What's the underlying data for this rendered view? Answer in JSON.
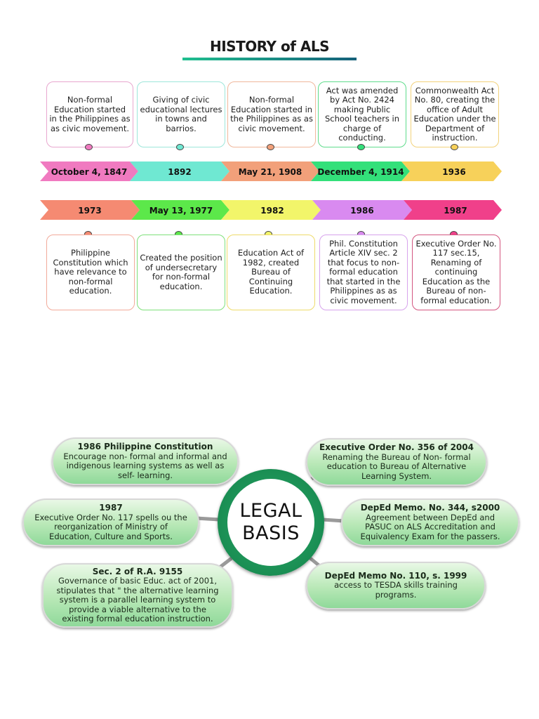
{
  "title": "HISTORY of ALS",
  "timeline_top": [
    {
      "date": "October 4, 1847",
      "text": "Non-formal Education started in the Philippines as as civic movement.",
      "color": "#f07ac0",
      "border": "#e8a7cf"
    },
    {
      "date": "1892",
      "text": "Giving of civic educational lectures in towns and barrios.",
      "color": "#6fe8d2",
      "border": "#9de6da"
    },
    {
      "date": "May 21, 1908",
      "text": "Non-formal Education started in the Philippines as as civic movement.",
      "color": "#f2a07a",
      "border": "#f0b79c"
    },
    {
      "date": "December 4, 1914",
      "text": "Act was amended by Act No. 2424 making Public School teachers in charge of conducting.",
      "color": "#33e07a",
      "border": "#5fdc8c"
    },
    {
      "date": "1936",
      "text": "Commonwealth Act No. 80, creating the office of Adult Education under the Department of instruction.",
      "color": "#f7d15a",
      "border": "#f2d27b"
    }
  ],
  "timeline_bottom": [
    {
      "date": "1973",
      "text": "Philippine Constitution which have relevance to non-formal education.",
      "color": "#f58a72",
      "border": "#f2aa9a"
    },
    {
      "date": "May 13, 1977",
      "text": "Created the position of undersecretary for non-formal education.",
      "color": "#5ce84a",
      "border": "#7ee07a"
    },
    {
      "date": "1982",
      "text": "Education Act of 1982, created Bureau of Continuing Education.",
      "color": "#f2f56a",
      "border": "#eedb6a"
    },
    {
      "date": "1986",
      "text": "Phil. Constitution Article XIV sec. 2 that focus to non-formal education that started in the Philippines as as civic movement.",
      "color": "#d98af0",
      "border": "#d7a3ec"
    },
    {
      "date": "1987",
      "text": "Executive Order No. 117 sec.15, Renaming of continuing Education as the Bureau of non-formal education.",
      "color": "#f0408a",
      "border": "#d3557f"
    }
  ],
  "legal_basis": {
    "hub_line1": "LEGAL",
    "hub_line2": "BASIS",
    "items": [
      {
        "title": "1986 Philippine Constitution",
        "text": "Encourage non- formal and informal and indigenous learning systems as well as self- learning."
      },
      {
        "title": "1987",
        "text": "Executive Order No. 117 spells ou the reorganization of Ministry of Education, Culture and Sports."
      },
      {
        "title": "Sec. 2 of R.A. 9155",
        "text": "Governance of basic Educ. act of 2001, stipulates that \" the alternative learning system is a parallel learning system to provide a viable alternative to the existing formal education instruction."
      },
      {
        "title": "Executive Order No. 356 of 2004",
        "text": "Renaming the Bureau of Non- formal education to Bureau of Alternative Learning System."
      },
      {
        "title": "DepEd Memo. No. 344, s2000",
        "text": "Agreement between DepEd and PASUC on ALS Accreditation and Equivalency Exam for the passers."
      },
      {
        "title": "DepEd Memo No. 110, s. 1999",
        "text": "access to TESDA skills training programs."
      }
    ]
  }
}
